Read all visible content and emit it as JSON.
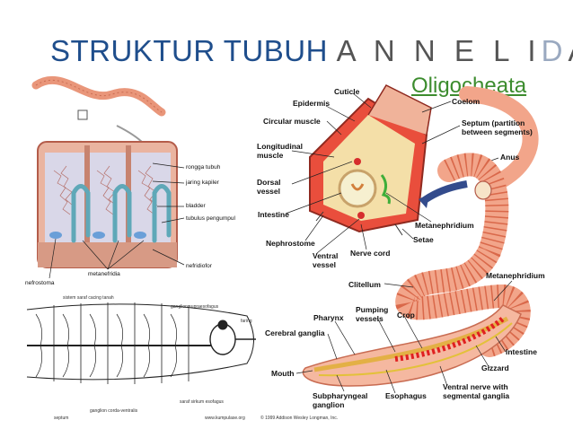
{
  "title": {
    "part1": "STRUKTUR TUBUH",
    "part2_a": "A N N E L I",
    "part2_hl": "D",
    "part2_b": "A"
  },
  "subtitle": "Oligocheata",
  "segment_labels": {
    "rongga_tubuh": "rongga tubuh",
    "jaring_kapiler": "jaring kapiler",
    "bladder": "bladder",
    "tubulus_pengumpul": "tubulus pengumpul",
    "nefridiofor": "nefridiofor",
    "nefrostoma": "nefrostoma",
    "metanefridia": "metanefridia"
  },
  "nervous_labels": {
    "heading": "sistem saraf cacing tanah",
    "ganglion_supraesofagus": "ganglion supraesofagus",
    "faring": "faring",
    "saraf_sirkum": "saraf sirkum esofagus",
    "ganglion_corda": "ganglion corda-ventralis",
    "septum": "septum",
    "website": "www.kumpulase.org"
  },
  "cross_labels": {
    "cuticle": "Cuticle",
    "epidermis": "Epidermis",
    "coelom": "Coelom",
    "circular_muscle": "Circular muscle",
    "septum": "Septum (partition between segments)",
    "longitudinal_muscle": "Longitudinal muscle",
    "anus": "Anus",
    "dorsal_vessel": "Dorsal vessel",
    "intestine": "Intestine",
    "metanephridium": "Metanephridium",
    "nephrostome": "Nephrostome",
    "setae": "Setae",
    "ventral_vessel": "Ventral vessel",
    "nerve_cord": "Nerve cord"
  },
  "worm_labels": {
    "clitellum": "Clitellum",
    "metanephridium": "Metanephridium",
    "pharynx": "Pharynx",
    "pumping_vessels": "Pumping vessels",
    "crop": "Crop",
    "cerebral_ganglia": "Cerebral ganglia",
    "intestine": "Intestine",
    "gizzard": "Gizzard",
    "mouth": "Mouth",
    "subpharyngeal_ganglion": "Subpharyngeal ganglion",
    "esophagus": "Esophagus",
    "ventral_nerve": "Ventral nerve with segmental ganglia",
    "copyright": "© 1999 Addison Wesley Longman, Inc."
  },
  "colors": {
    "title_blue": "#1f4e8c",
    "title_gray": "#555555",
    "subtitle_green": "#3c8c2e",
    "worm_pink": "#f2a58a",
    "worm_dark": "#d9684a"
  }
}
